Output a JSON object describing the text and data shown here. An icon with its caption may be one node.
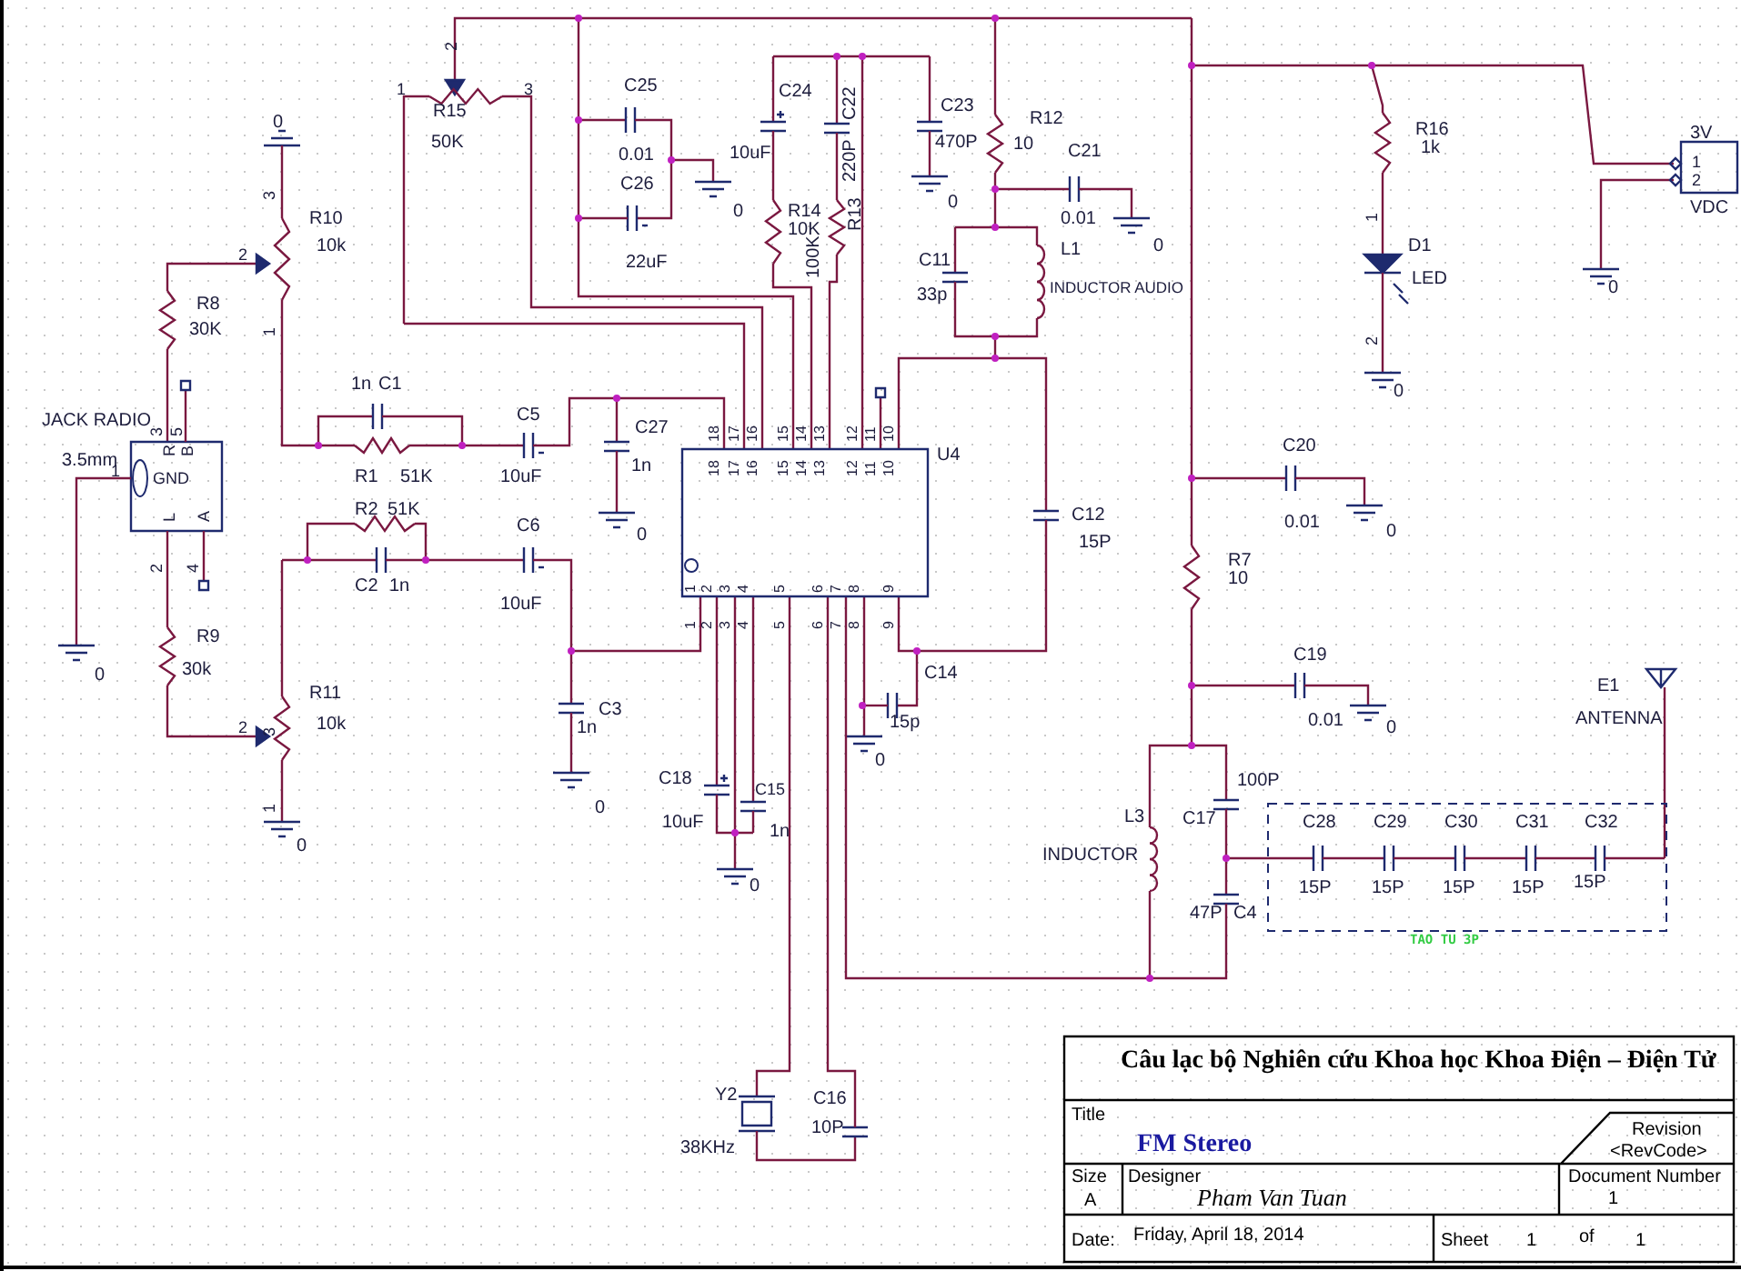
{
  "diagram": {
    "labels": [
      "2",
      "1",
      "3",
      "R15",
      "50K",
      "C25",
      "0.01",
      "C26",
      "22uF",
      "0",
      "C24",
      "10uF",
      "C22",
      "220P",
      "C23",
      "470P",
      "0",
      "R12",
      "10",
      "C21",
      "0.01",
      "0",
      "R14",
      "10K",
      "100K",
      "R13",
      "C11",
      "33p",
      "L1",
      "INDUCTOR AUDIO",
      "R16",
      "1k",
      "1",
      "D1",
      "LED",
      "2",
      "0",
      "3V",
      "1",
      "2",
      "VDC",
      "0",
      "0",
      "3",
      "R10",
      "10k",
      "2",
      "R8",
      "30K",
      "1",
      "1n",
      "C1",
      "JACK RADIO",
      "3",
      "5",
      "C5",
      "C27",
      "3.5mm",
      "1",
      "R",
      "B",
      "GND",
      "R1",
      "51K",
      "10uF",
      "1n",
      "U4",
      "L",
      "A",
      "R2",
      "51K",
      "C6",
      "C12",
      "15P",
      "0",
      "2",
      "4",
      "C2",
      "1n",
      "10uF",
      "R9",
      "30k",
      "0",
      "C14",
      "R11",
      "2",
      "3",
      "10k",
      "C3",
      "1n",
      "15p",
      "0",
      "1",
      "0",
      "0",
      "C18",
      "C15",
      "10uF",
      "1n",
      "0",
      "C20",
      "0.01",
      "0",
      "R7",
      "10",
      "C19",
      "0.01",
      "0",
      "E1",
      "ANTENNA",
      "100P",
      "L3",
      "C17",
      "C28",
      "C29",
      "C30",
      "C31",
      "C32",
      "INDUCTOR",
      "15P",
      "15P",
      "15P",
      "15P",
      "15P",
      "47P",
      "C4",
      "TAO TU 3P",
      "Y2",
      "C16",
      "10P",
      "38KHz",
      "Câu lạc bộ Nghiên cứu Khoa học Khoa Điện – Điện Tử",
      "Title",
      "FM Stereo",
      "Revision",
      "<RevCode>",
      "Size",
      "Designer",
      "Document Number",
      "A",
      "Pham Van Tuan",
      "1",
      "Date:",
      "Friday, April 18, 2014",
      "Sheet",
      "1",
      "of",
      "1",
      "18",
      "17",
      "16",
      "15",
      "14",
      "13",
      "12",
      "11",
      "10",
      "18",
      "17",
      "16",
      "15",
      "14",
      "13",
      "12",
      "11",
      "10",
      "1",
      "2",
      "3",
      "4",
      "5",
      "6",
      "7",
      "8",
      "9",
      "1",
      "2",
      "3",
      "4",
      "5",
      "6",
      "7",
      "8",
      "9"
    ]
  }
}
